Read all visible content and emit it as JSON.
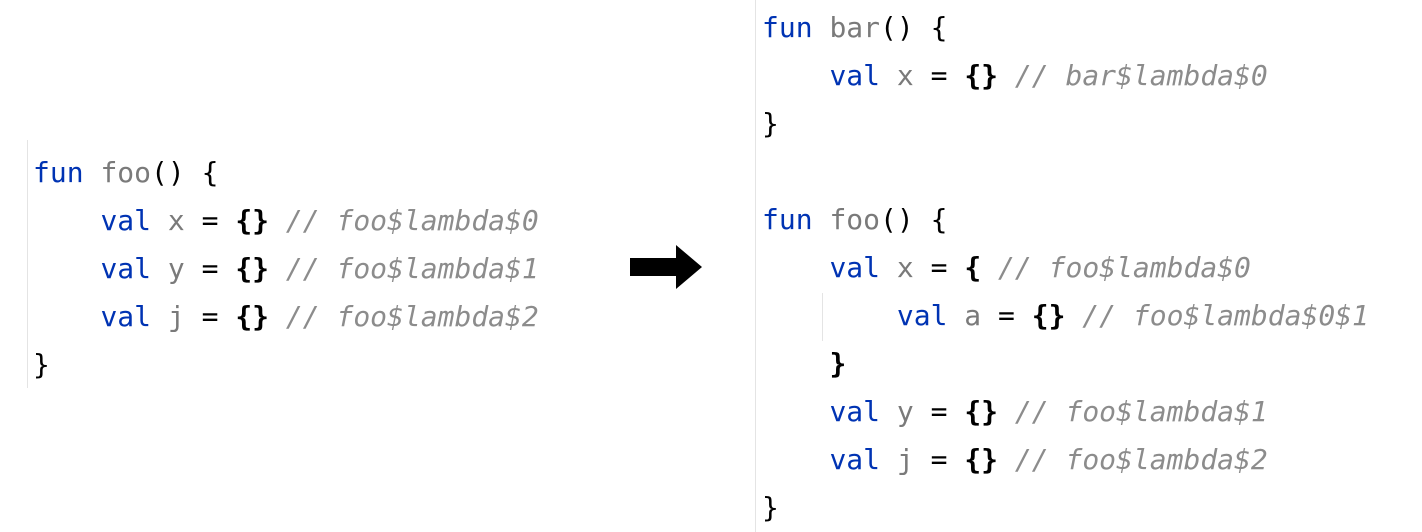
{
  "before": {
    "lines": [
      [
        [
          "fun ",
          "kw"
        ],
        [
          "foo",
          "id"
        ],
        [
          "() {",
          "pl"
        ]
      ],
      [
        [
          "    ",
          "pl"
        ],
        [
          "val ",
          "kw"
        ],
        [
          "x",
          "id"
        ],
        [
          " = ",
          "pl"
        ],
        [
          "{}",
          "br"
        ],
        [
          " // foo$lambda$0",
          "cm"
        ]
      ],
      [
        [
          "    ",
          "pl"
        ],
        [
          "val ",
          "kw"
        ],
        [
          "y",
          "id"
        ],
        [
          " = ",
          "pl"
        ],
        [
          "{}",
          "br"
        ],
        [
          " // foo$lambda$1",
          "cm"
        ]
      ],
      [
        [
          "    ",
          "pl"
        ],
        [
          "val ",
          "kw"
        ],
        [
          "j",
          "id"
        ],
        [
          " = ",
          "pl"
        ],
        [
          "{}",
          "br"
        ],
        [
          " // foo$lambda$2",
          "cm"
        ]
      ],
      [
        [
          "}",
          "pl"
        ]
      ]
    ]
  },
  "arrow_icon": "right-arrow",
  "after": {
    "lines": [
      [
        [
          "fun ",
          "kw"
        ],
        [
          "bar",
          "id"
        ],
        [
          "() {",
          "pl"
        ]
      ],
      [
        [
          "    ",
          "pl"
        ],
        [
          "val ",
          "kw"
        ],
        [
          "x",
          "id"
        ],
        [
          " = ",
          "pl"
        ],
        [
          "{}",
          "br"
        ],
        [
          " // bar$lambda$0",
          "cm"
        ]
      ],
      [
        [
          "}",
          "pl"
        ]
      ],
      [],
      [
        [
          "fun ",
          "kw"
        ],
        [
          "foo",
          "id"
        ],
        [
          "() {",
          "pl"
        ]
      ],
      [
        [
          "    ",
          "pl"
        ],
        [
          "val ",
          "kw"
        ],
        [
          "x",
          "id"
        ],
        [
          " = ",
          "pl"
        ],
        [
          "{",
          "br"
        ],
        [
          " // foo$lambda$0",
          "cm"
        ]
      ],
      [
        [
          "        ",
          "pl"
        ],
        [
          "val ",
          "kw"
        ],
        [
          "a",
          "id"
        ],
        [
          " = ",
          "pl"
        ],
        [
          "{}",
          "br"
        ],
        [
          " // foo$lambda$0$1",
          "cm"
        ]
      ],
      [
        [
          "    ",
          "pl"
        ],
        [
          "}",
          "br"
        ]
      ],
      [
        [
          "    ",
          "pl"
        ],
        [
          "val ",
          "kw"
        ],
        [
          "y",
          "id"
        ],
        [
          " = ",
          "pl"
        ],
        [
          "{}",
          "br"
        ],
        [
          " // foo$lambda$1",
          "cm"
        ]
      ],
      [
        [
          "    ",
          "pl"
        ],
        [
          "val ",
          "kw"
        ],
        [
          "j",
          "id"
        ],
        [
          " = ",
          "pl"
        ],
        [
          "{}",
          "br"
        ],
        [
          " // foo$lambda$2",
          "cm"
        ]
      ],
      [
        [
          "}",
          "pl"
        ]
      ]
    ]
  }
}
